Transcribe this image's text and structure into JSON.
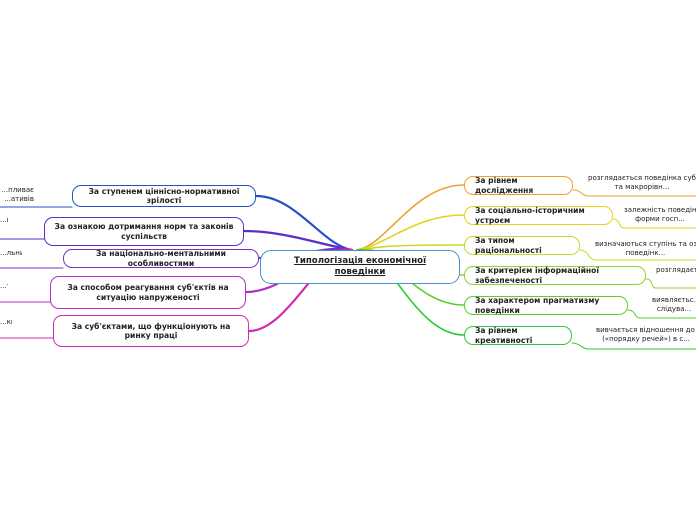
{
  "central": {
    "label": "Типологізація економічної поведінки",
    "color": "#4e8ec9"
  },
  "left_branches": [
    {
      "label": "За ступенем ціннісно-нормативної зрілості",
      "color": "#2352c9",
      "leaf": [
        "...пливає",
        "...ативів"
      ]
    },
    {
      "label": "За ознакою дотримання норм та законів суспільств",
      "color": "#5b2fc7",
      "leaf": [
        "...и"
      ]
    },
    {
      "label": "За національно-ментальними особливостями",
      "color": "#7a2fc5",
      "leaf": [
        "...льних"
      ]
    },
    {
      "label": "За способом реагування суб'єктів на ситуацію напруженості",
      "color": "#b22ec9",
      "leaf": [
        "...та"
      ]
    },
    {
      "label": "За суб'єктами, що функціонують на ринку праці",
      "color": "#d02cb0",
      "leaf": [
        "...ки"
      ]
    }
  ],
  "right_branches": [
    {
      "label": "За рівнем дослідження",
      "color": "#f0a030",
      "leaf": [
        "розглядається поведінка суб'єк...",
        "та макрорівн..."
      ]
    },
    {
      "label": "За соціально-історичним устроєм",
      "color": "#e6d21c",
      "leaf": [
        "залежність поведін...",
        "форми госп..."
      ]
    },
    {
      "label": "За типом раціональності",
      "color": "#c6dc22",
      "leaf": [
        "визначаються ступінь та озн...",
        "поведінк..."
      ]
    },
    {
      "label": "За критерієм інформаційної забезпеченості",
      "color": "#8fd52a",
      "leaf": [
        "розглядаєт..."
      ]
    },
    {
      "label": "За характером прагматизму поведінки",
      "color": "#56d02c",
      "leaf": [
        "виявляєтьс...",
        "слідува..."
      ]
    },
    {
      "label": "За рівнем креативності",
      "color": "#30c838",
      "leaf": [
        "вивчається відношення до і...",
        "(«порядку речей») в с..."
      ]
    }
  ]
}
